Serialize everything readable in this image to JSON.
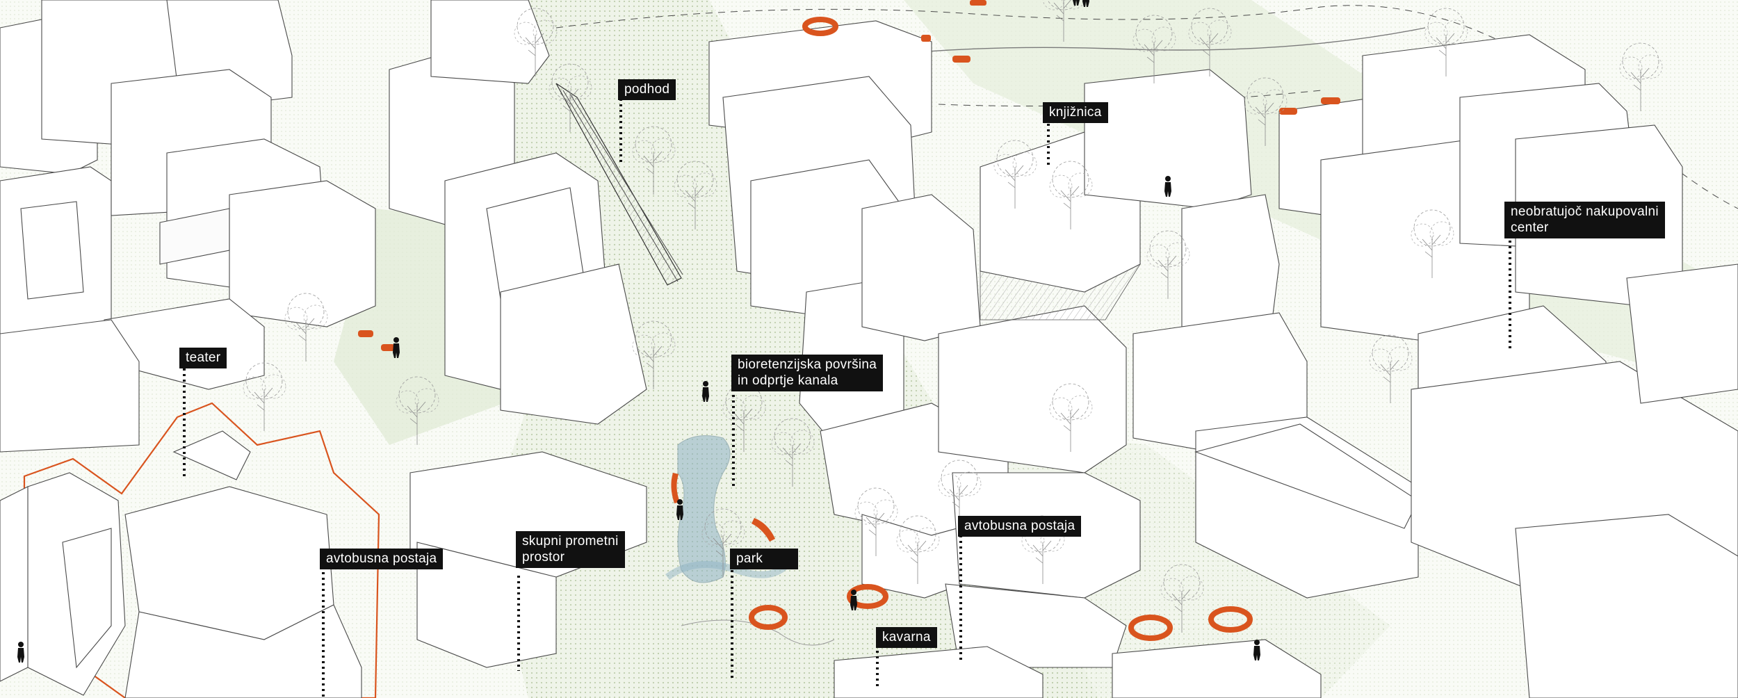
{
  "labels": {
    "podhod": "podhod",
    "knjiznica": "knjižnica",
    "nakupovalni": "neobratujoč nakupovalni\ncenter",
    "teater": "teater",
    "bioretenzijska": "bioretenzijska površina\nin odprtje kanala",
    "avtobusna_left": "avtobusna postaja",
    "skupni": "skupni prometni\nprostor",
    "park": "park",
    "avtobusna_right": "avtobusna postaja",
    "kavarna": "kavarna"
  },
  "colors": {
    "label_background": "#111111",
    "label_text": "#ffffff",
    "accent_orange": "#d9541e",
    "ground_green": "#dce8cf",
    "water_blue": "#8fb3c4",
    "building_stroke": "#4a4a4a"
  }
}
